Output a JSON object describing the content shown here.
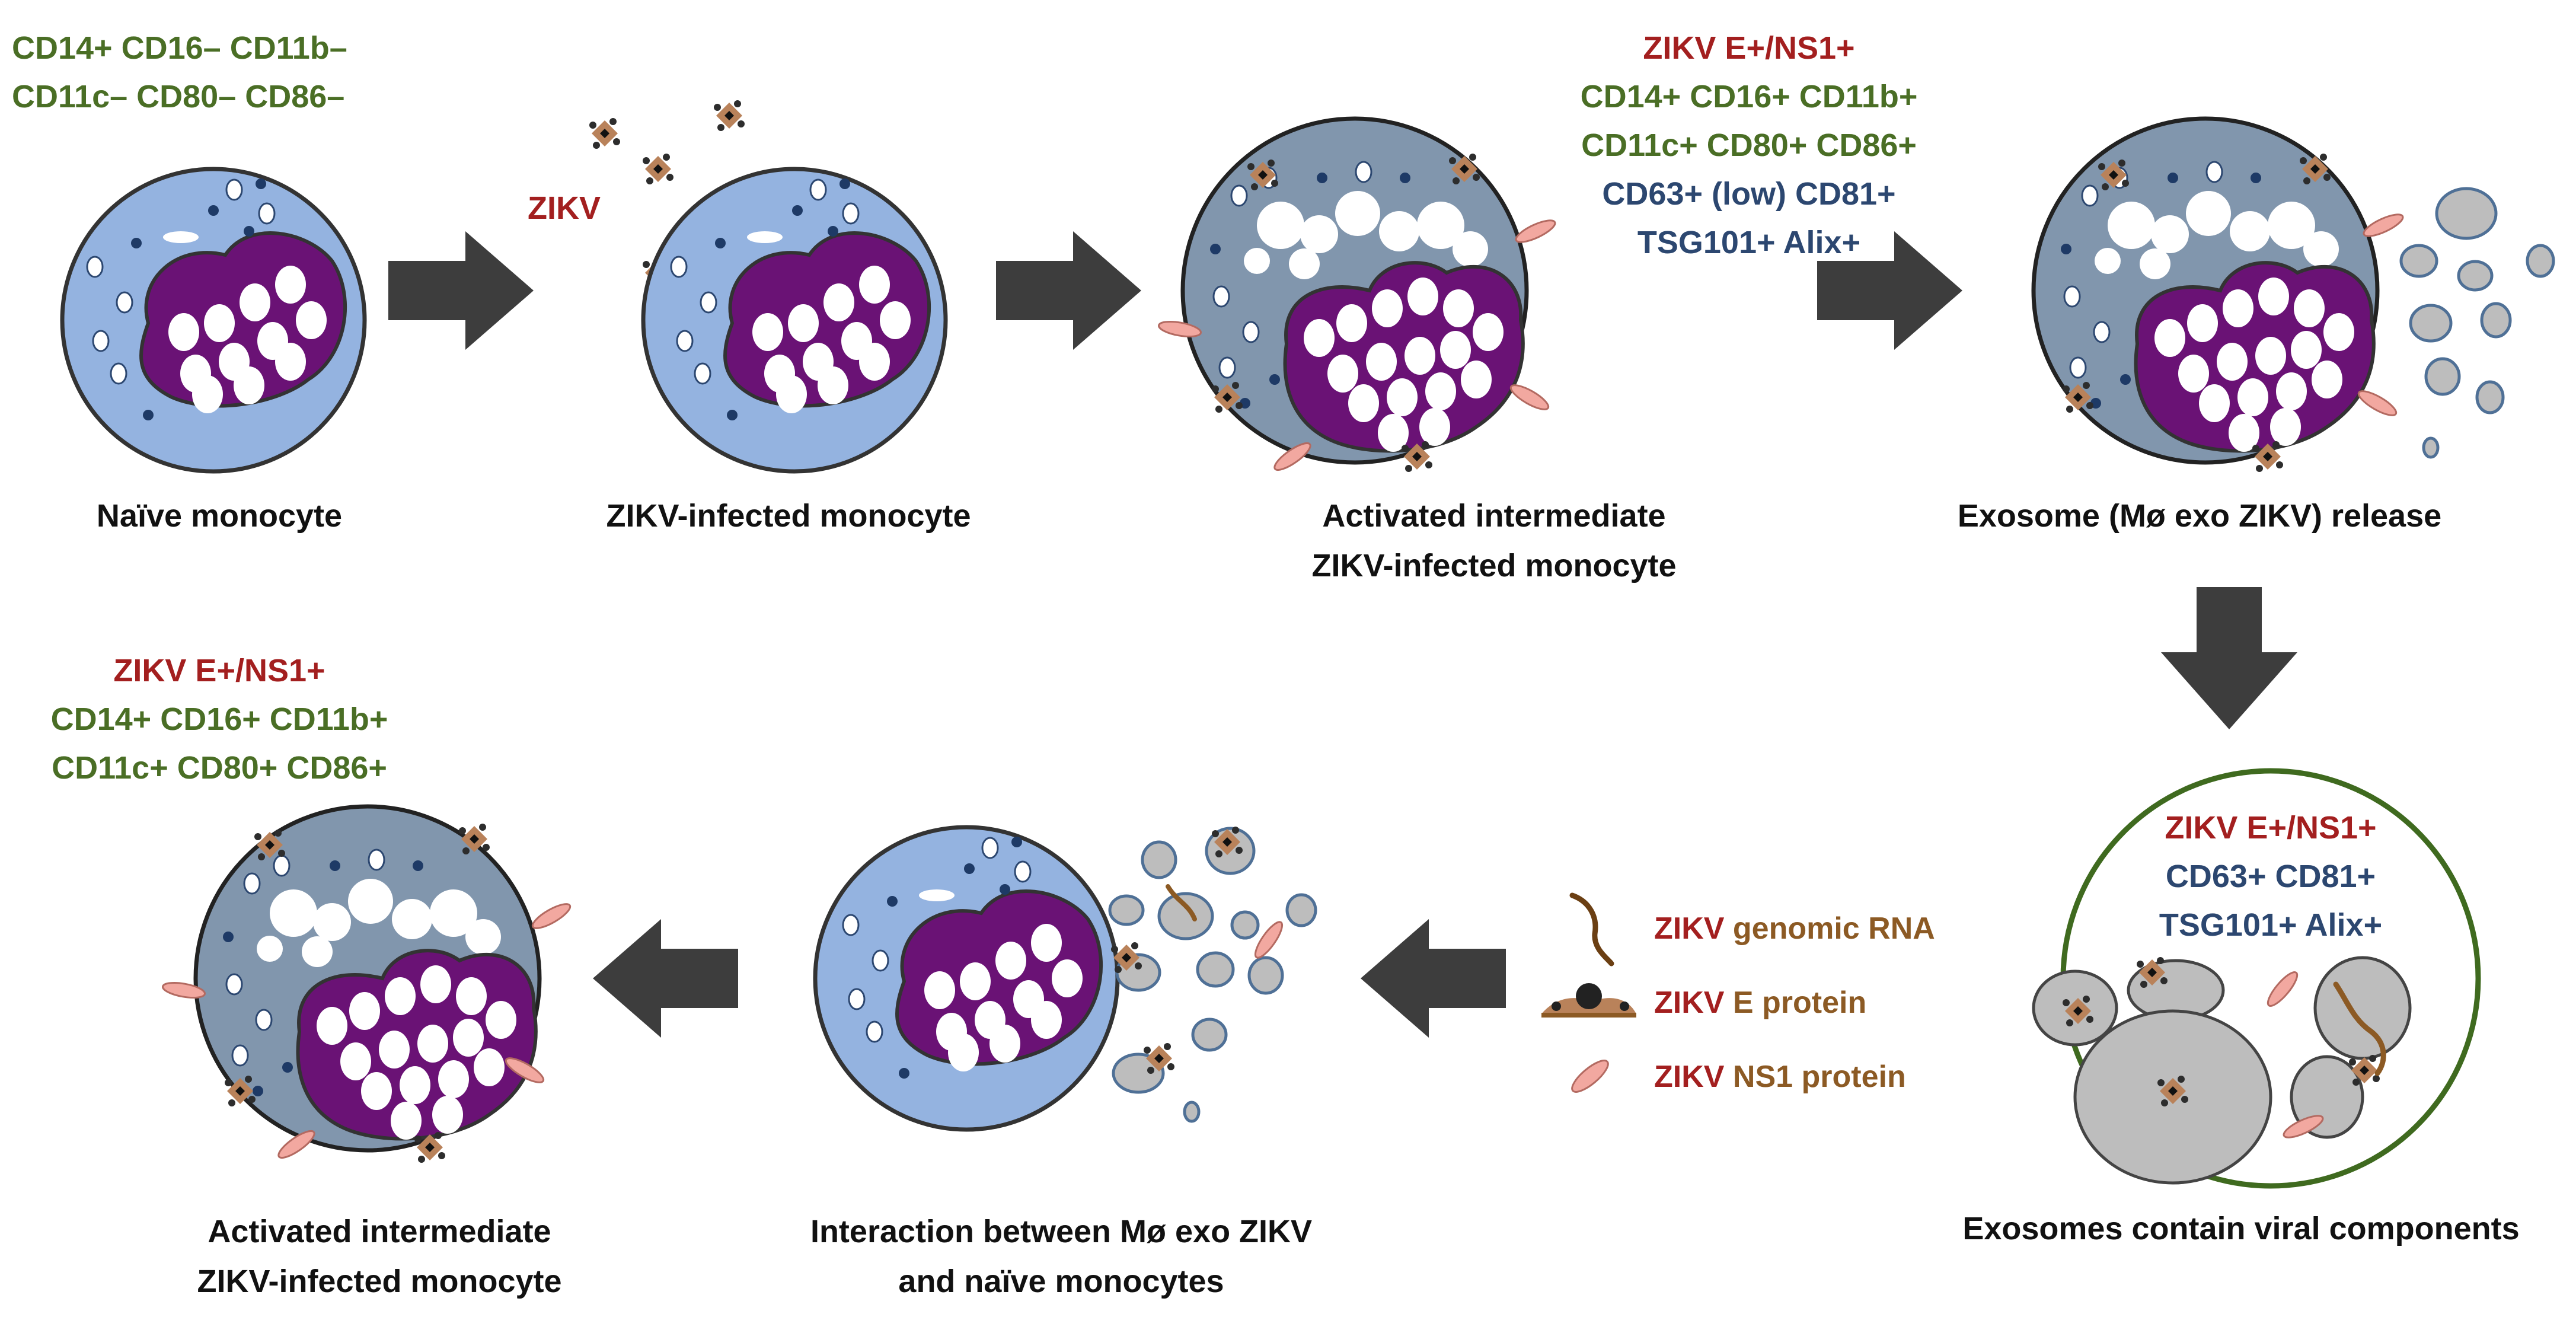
{
  "markers": {
    "naive": [
      "CD14+ CD16– CD11b–",
      "CD11c– CD80– CD86–"
    ],
    "zikv_label": "ZIKV",
    "activated_top": {
      "line1": "ZIKV E+/NS1+",
      "line2": "CD14+ CD16+ CD11b+",
      "line3": "CD11c+ CD80+ CD86+",
      "line4": "CD63+ (low) CD81+",
      "line5": "TSG101+ Alix+"
    },
    "exosome_circle": {
      "line1": "ZIKV E+/NS1+",
      "line2": "CD63+ CD81+",
      "line3": "TSG101+ Alix+"
    },
    "activated_bottom": {
      "line1": "ZIKV E+/NS1+",
      "line2": "CD14+ CD16+ CD11b+",
      "line3": "CD11c+ CD80+ CD86+"
    }
  },
  "captions": {
    "naive": "Naïve monocyte",
    "infected": "ZIKV-infected monocyte",
    "activated_line1": "Activated intermediate",
    "activated_line2": "ZIKV-infected monocyte",
    "release": "Exosome (Mø exo ZIKV) release",
    "contain": "Exosomes contain viral components",
    "interaction_line1": "Interaction between Mø exo ZIKV",
    "interaction_line2": "and naïve monocytes",
    "activated2_line1": "Activated intermediate",
    "activated2_line2": "ZIKV-infected monocyte"
  },
  "legend": [
    {
      "prefix": "ZIKV",
      "text": " genomic RNA",
      "icon": "rna-strand-icon"
    },
    {
      "prefix": "ZIKV",
      "text": " E protein",
      "icon": "e-protein-icon"
    },
    {
      "prefix": "ZIKV",
      "text": " NS1 protein",
      "icon": "ns1-protein-icon"
    }
  ],
  "colors": {
    "naive_cytoplasm": "#94b3e0",
    "activated_cytoplasm": "#8196ad",
    "nucleus": "#6a1275",
    "exosome": "#bdbdbd",
    "exosome_border": "#4f7096",
    "arrow": "#3d3d3d",
    "ns1": "#f2a8a0",
    "e_protein": "#b9825a",
    "marker_green": "#4a6e25",
    "marker_red": "#a31f1f",
    "marker_blue": "#2c4770",
    "circle_border": "#3f6a1f"
  }
}
